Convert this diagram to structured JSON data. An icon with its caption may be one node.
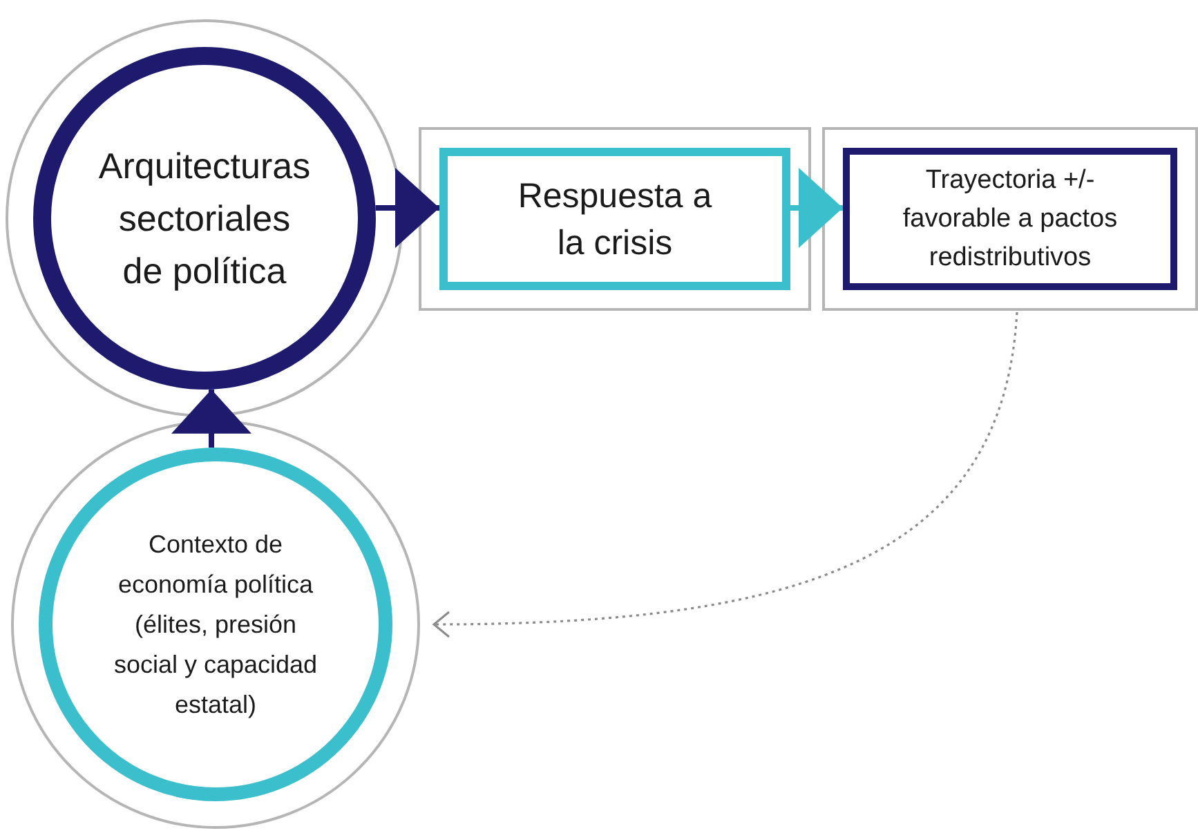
{
  "diagram": {
    "nodes": [
      {
        "text": [
          "Arquitecturas sectoriales de política"
        ]
      },
      {
        "text": [
          "Respuesta a la crisis"
        ]
      },
      {
        "text": [
          "Trayectoria +/- favorable a pactos redistributivos"
        ]
      },
      {
        "text": [
          "Contexto de economía política (élites, presión social y capacidad estatal)"
        ]
      }
    ],
    "edges": [
      {
        "from": 0,
        "to": 1,
        "arrow": "to"
      },
      {
        "from": 1,
        "to": 2,
        "arrow": "to",
        "color": "#3cbfcd"
      },
      {
        "from": 3,
        "to": 0,
        "arrow": "to"
      },
      {
        "from": 2,
        "to": 3,
        "arrow": "to",
        "style": "dashed",
        "color": "#8a8a8a"
      }
    ]
  }
}
